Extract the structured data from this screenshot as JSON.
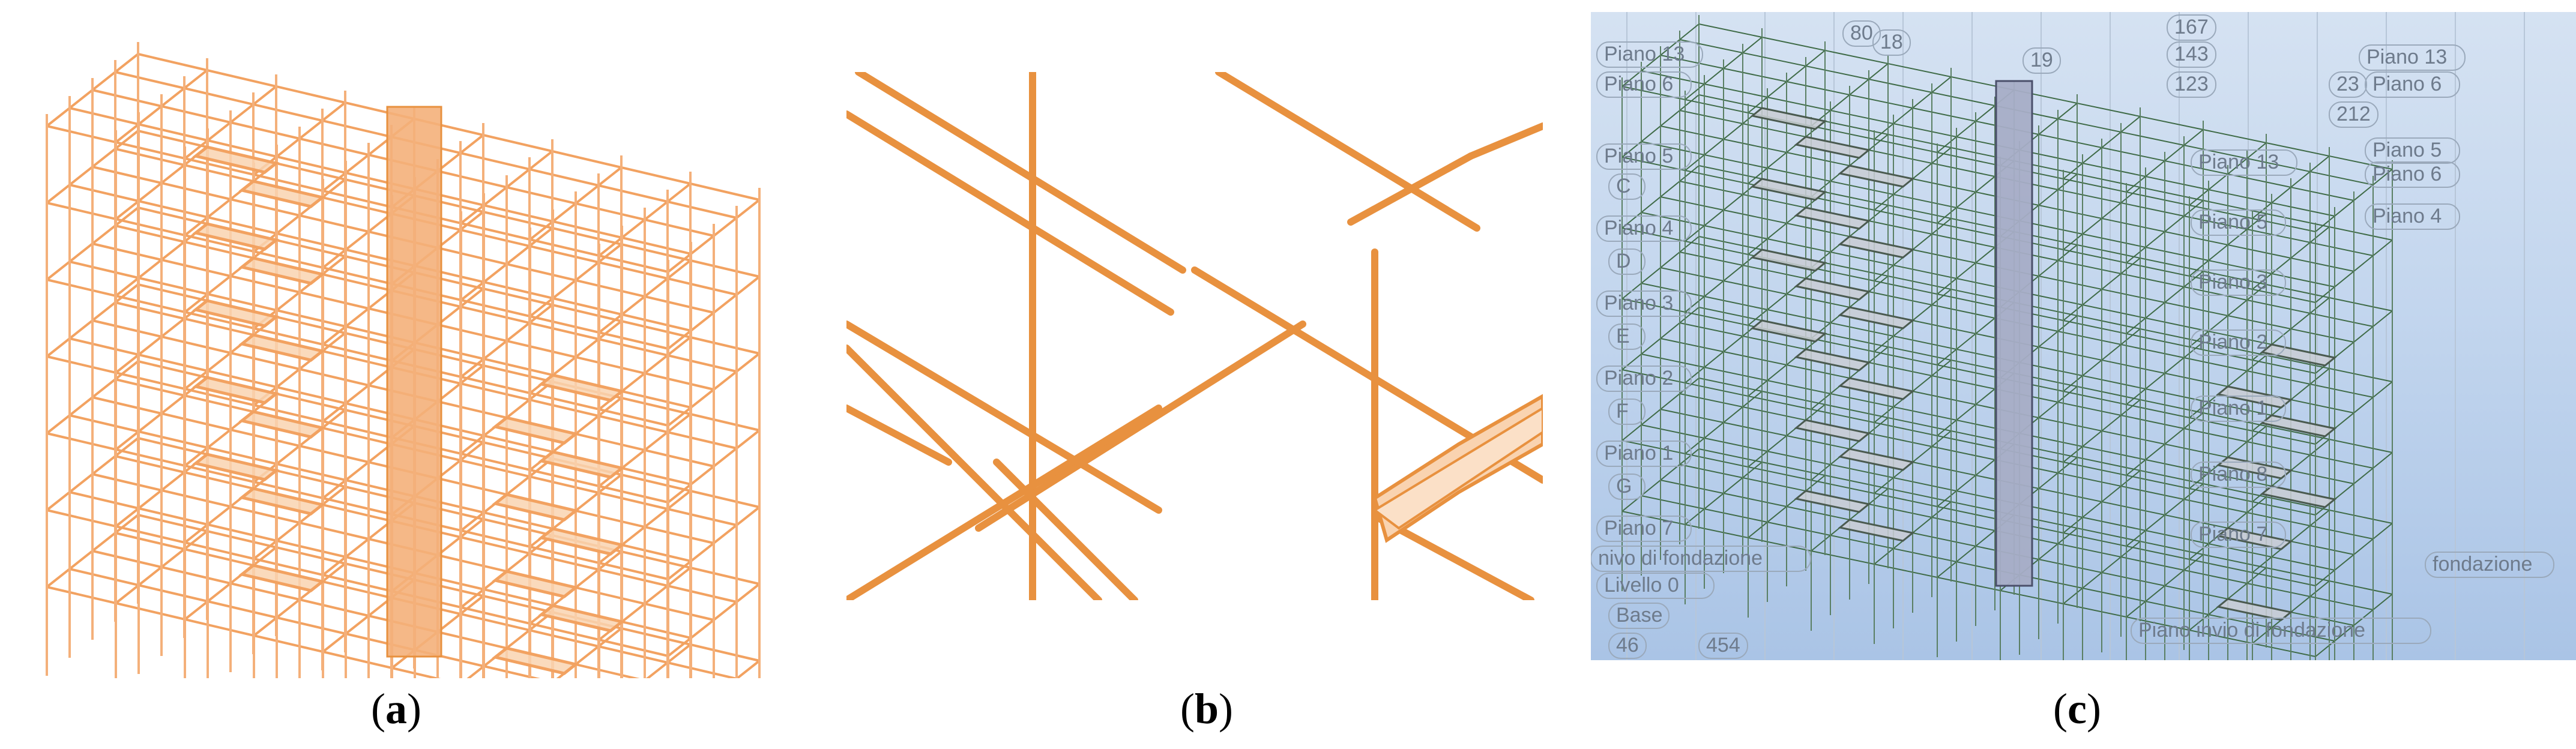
{
  "captions": {
    "a": {
      "open": "(",
      "letter": "a",
      "close": ")"
    },
    "b": {
      "open": "(",
      "letter": "b",
      "close": ")"
    },
    "c": {
      "open": "(",
      "letter": "c",
      "close": ")"
    }
  },
  "panel_c_labels": [
    "Piano 13",
    "Piano 6",
    "Piano 5",
    "C",
    "Piano 4",
    "D",
    "Piano 3",
    "E",
    "Piano 2",
    "F",
    "Piano 1",
    "G",
    "Piano 7",
    "nivo di fondazione",
    "Livello 0",
    "Base",
    "46",
    "454",
    "80",
    "18",
    "19",
    "143",
    "123",
    "167",
    "Piano 13",
    "Piano 6",
    "23",
    "212",
    "Piano 5",
    "Piano 13",
    "Piano 6",
    "Piano 4",
    "Piano 5",
    "Piano 3",
    "Piano 2",
    "Piano 1",
    "Piano 8",
    "Piano 7",
    "fondazione",
    "Piano invio di fondazione"
  ],
  "colors": {
    "frame_orange": "#f2a261",
    "slab_orange": "#f9d3b0",
    "column_orange": "#f4b07a",
    "frame_green": "#3f6b47",
    "slab_grey": "#c9cdd3",
    "core_grey": "#a6adc6",
    "bg_blue": "#c3d6ee"
  }
}
